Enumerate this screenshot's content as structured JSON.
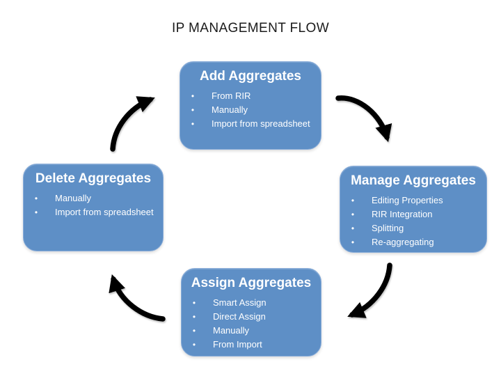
{
  "title": "IP MANAGEMENT FLOW",
  "bullet_char": "•",
  "colors": {
    "box_fill": "#5E8FC6",
    "box_border": "#86ABD9",
    "box_text": "#FFFFFF",
    "arrow": "#000000",
    "title_text": "#1A1A1A",
    "background": "#FFFFFF"
  },
  "nodes": [
    {
      "id": "add",
      "title": "Add Aggregates",
      "items": [
        "From RIR",
        "Manually",
        "Import from spreadsheet"
      ]
    },
    {
      "id": "manage",
      "title": "Manage Aggregates",
      "items": [
        "Editing Properties",
        "RIR Integration",
        "Splitting",
        "Re-aggregating"
      ]
    },
    {
      "id": "assign",
      "title": "Assign Aggregates",
      "items": [
        "Smart Assign",
        "Direct Assign",
        "Manually",
        "From Import"
      ]
    },
    {
      "id": "delete",
      "title": "Delete Aggregates",
      "items": [
        "Manually",
        "Import from spreadsheet"
      ]
    }
  ],
  "edges": [
    {
      "from": "Add Aggregates",
      "to": "Manage Aggregates"
    },
    {
      "from": "Manage Aggregates",
      "to": "Assign Aggregates"
    },
    {
      "from": "Assign Aggregates",
      "to": "Delete Aggregates"
    },
    {
      "from": "Delete Aggregates",
      "to": "Add Aggregates"
    }
  ]
}
